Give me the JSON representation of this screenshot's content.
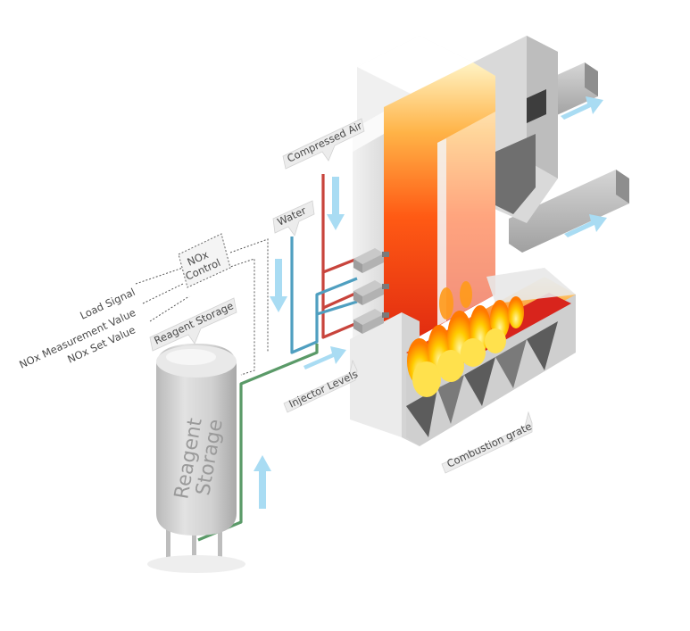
{
  "labels": {
    "compressed_air": "Compressed Air",
    "water": "Water",
    "nox_control_line1": "NOx",
    "nox_control_line2": "Control",
    "load_signal": "Load Signal",
    "nox_measurement": "NOx Measurement Value",
    "nox_set_value": "NOx Set Value",
    "reagent_storage_tag": "Reagent Storage",
    "reagent_tank_line1": "Reagent",
    "reagent_tank_line2": "Storage",
    "injector_levels": "Injector Levels",
    "combustion_grate": "Combustion grate"
  },
  "colors": {
    "compressed_air_pipe": "#c8443c",
    "water_pipe": "#4f9fc0",
    "reagent_pipe": "#5a9a68",
    "flow_arrow": "#a9dcf3",
    "flame_orange": "#ff6a00",
    "flame_yellow": "#ffd200",
    "grate_red": "#d8241c",
    "wall_grey": "#e6e6e6"
  },
  "icons": [
    "flow-arrow-icon",
    "flame-icon",
    "injector-nozzle-icon",
    "tank-icon"
  ]
}
